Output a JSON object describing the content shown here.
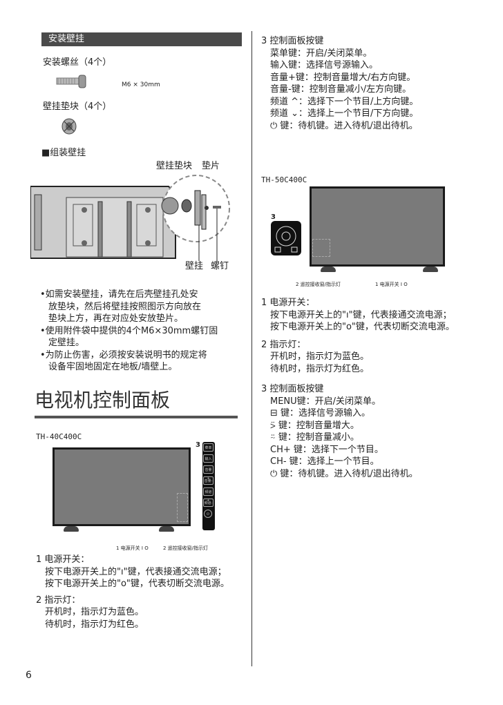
{
  "left": {
    "section_title": "安装壁挂",
    "screw_label": "安装螺丝（4个）",
    "screw_spec": "M6 × 30mm",
    "spacer_label": "壁挂垫块（4个）",
    "assemble_title": "■组装壁挂",
    "callout_spacer": "壁挂垫块",
    "callout_washer": "垫片",
    "callout_bracket": "壁挂",
    "callout_screw": "螺钉",
    "bullets": [
      [
        "•如需安装壁挂，请先在后壳壁挂孔处安",
        "放垫块，然后将壁挂按照图示方向放在",
        "垫块上方，再在对应处安放垫片。"
      ],
      [
        "•使用附件袋中提供的4个M6×30mm螺钉固",
        "定壁挂。"
      ],
      [
        "•为防止伤害，必须按安装说明书的规定将",
        "设备牢固地固定在地板/墙壁上。"
      ]
    ],
    "heading": "电视机控制面板",
    "model": "TH-40C400C",
    "tv_callout_3": "3",
    "tv_callout_1": "1 电源开关 I O",
    "tv_callout_2": "2 遥控接收窗/指示灯",
    "panel_buttons": [
      "菜单",
      "输入",
      "音量+",
      "音量-",
      "频道+",
      "频道-",
      "⏻"
    ],
    "items": [
      {
        "title": "1 电源开关：",
        "lines": [
          "按下电源开关上的\"ı\"键，代表接通交流电源；",
          "按下电源开关上的\"o\"键，代表切断交流电源。"
        ]
      },
      {
        "title": "2 指示灯：",
        "lines": [
          "开机时，指示灯为蓝色。",
          "待机时，指示灯为红色。"
        ]
      }
    ]
  },
  "right": {
    "ctrl_title": "3 控制面板按键",
    "ctrl_lines": [
      "菜单键：开启/关闭菜单。",
      "输入键：选择信号源输入。",
      "音量+键：控制音量增大/右方向键。",
      "音量-键：控制音量减小/左方向键。",
      "频道 ^：选择下一个节目/上方向键。",
      "频道 ⌄：选择上一个节目/下方向键。",
      "⏻ 键：待机键。进入待机/退出待机。"
    ],
    "model": "TH-50C400C",
    "tv_callout_3": "3",
    "tv_callout_2": "2 遥控接收窗/指示灯",
    "tv_callout_1": "1 电源开关 I O",
    "items": [
      {
        "title": "1 电源开关：",
        "lines": [
          "按下电源开关上的\"ı\"键，代表接通交流电源；",
          "按下电源开关上的\"o\"键，代表切断交流电源。"
        ]
      },
      {
        "title": "2 指示灯：",
        "lines": [
          "开机时，指示灯为蓝色。",
          "待机时，指示灯为红色。"
        ]
      },
      {
        "title": "3 控制面板按键",
        "lines": [
          "MENU键：开启/关闭菜单。",
          "⊟ 键：选择信号源输入。",
          "⍩ 键：控制音量增大。",
          "⍨ 键：控制音量减小。",
          "CH+ 键：选择下一个节目。",
          "CH- 键：选择上一个节目。",
          "⏻ 键：待机键。进入待机/退出待机。"
        ]
      }
    ]
  },
  "page_number": "6"
}
